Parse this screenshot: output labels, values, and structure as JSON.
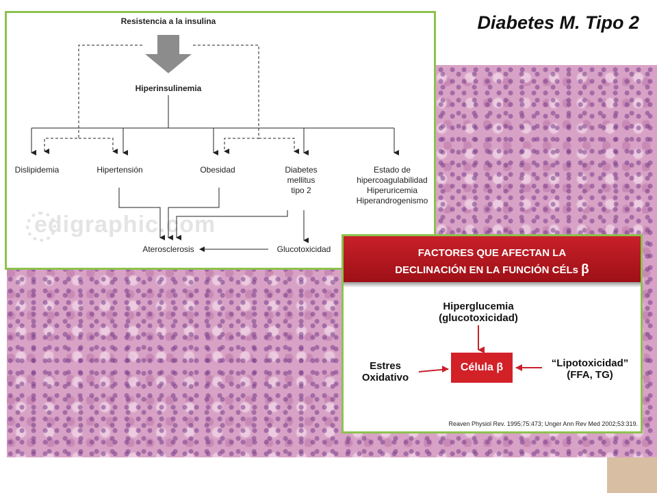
{
  "slide_title": "Diabetes M. Tipo  2",
  "diagram_a": {
    "top": "Resistencia a la insulina",
    "center": "Hiperinsulinemia",
    "outcomes": {
      "dislipidemia": "Dislipidemia",
      "hipertension": "Hipertensión",
      "obesidad": "Obesidad",
      "diabetes": "Diabetes\nmellitus\ntipo 2",
      "estado": "Estado de\nhipercoagulabilidad\nHiperuricemia\nHiperandrogenismo"
    },
    "aterosclerosis": "Aterosclerosis",
    "glucotoxicidad": "Glucotoxicidad",
    "watermark": "edigraphic.com"
  },
  "diagram_b": {
    "banner_line1": "FACTORES QUE AFECTAN LA",
    "banner_line2": "DECLINACIÓN EN LA FUNCIÓN CÉLs",
    "beta": "β",
    "hiperglucemia": "Hiperglucemia\n(glucotoxicidad)",
    "estres": "Estres\nOxidativo",
    "lipotoxicidad": "“Lipotoxicidad”\n(FFA, TG)",
    "celula": "Célula β",
    "reference": "Reaven Physiol Rev. 1995;75:473; Unger Ann Rev Med 2002;53:319."
  },
  "colors": {
    "frame": "#8cc24e",
    "banner": "#c8202a",
    "cell": "#d32128",
    "arrow_red": "#c8202a",
    "tissue": "#d8a2c6"
  }
}
